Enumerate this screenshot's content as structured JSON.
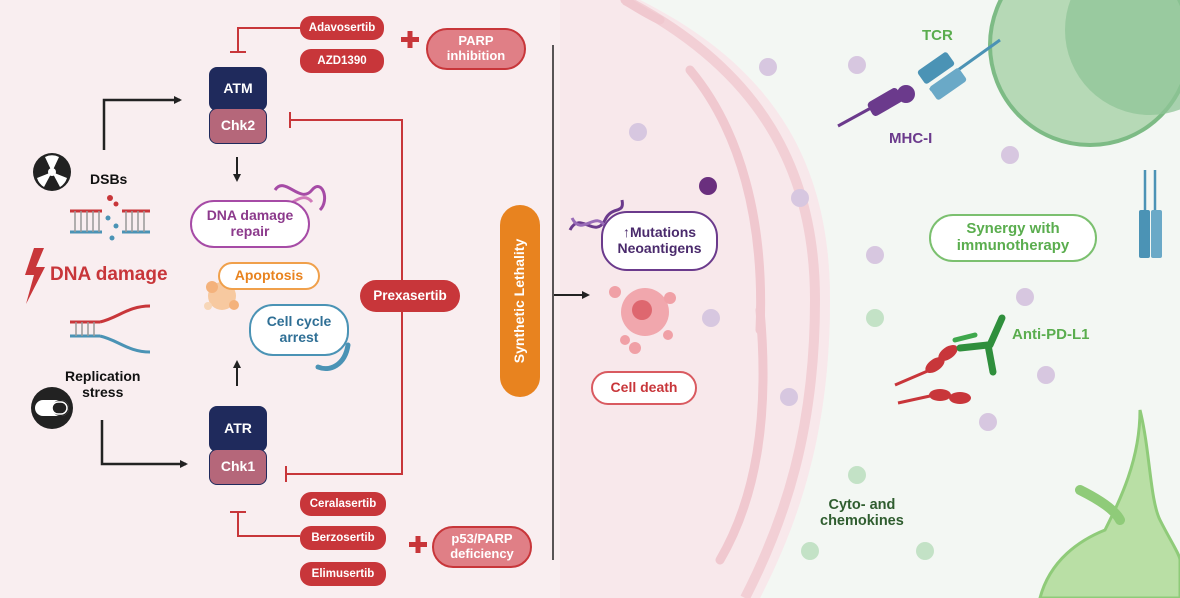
{
  "left": {
    "dsbs": "DSBs",
    "dna_damage": "DNA damage",
    "replication_stress": [
      "Replication",
      "stress"
    ]
  },
  "kinases": {
    "atm": "ATM",
    "chk2": "Chk2",
    "atr": "ATR",
    "chk1": "Chk1"
  },
  "inhibitors": {
    "atm": [
      "Adavosertib",
      "AZD1390"
    ],
    "atr": [
      "Ceralasertib",
      "Berzosertib",
      "Elimusertib"
    ],
    "chk": "Prexasertib"
  },
  "combos": {
    "parp_inhibition": [
      "PARP",
      "inhibition"
    ],
    "p53_parp": [
      "p53/PARP",
      "deficiency"
    ]
  },
  "outcomes": {
    "dna_repair": [
      "DNA damage",
      "repair"
    ],
    "apoptosis": "Apoptosis",
    "cell_cycle_arrest": [
      "Cell cycle",
      "arrest"
    ]
  },
  "center": {
    "synthetic_lethality": "Synthetic Lethality",
    "mutations": [
      "↑Mutations",
      "Neoantigens"
    ],
    "cell_death": "Cell death"
  },
  "immune": {
    "tcr": "TCR",
    "mhc": "MHC-I",
    "synergy": [
      "Synergy with",
      "immunotherapy"
    ],
    "anti_pdl1": "Anti-PD-L1",
    "cytokines": [
      "Cyto- and",
      "chemokines"
    ]
  },
  "colors": {
    "drug_red": "#c8363a",
    "kinase_navy": "#1f2a5c",
    "chk_rose": "#b5677a",
    "synthetic_lethality_orange": "#e8831f",
    "immune_green": "#5aad4e",
    "mhc_purple": "#6b3a8c",
    "tcr_blue": "#4b93b5"
  }
}
